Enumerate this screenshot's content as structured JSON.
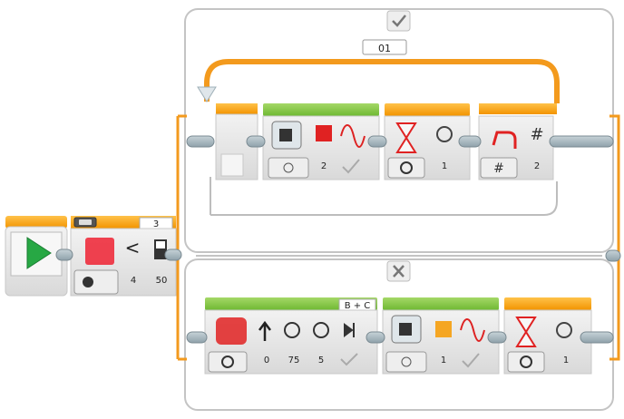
{
  "switch_block": {
    "port": "3",
    "comparison": "<",
    "threshold": "50",
    "mode_value": "4",
    "true_tab_icon": "check-icon",
    "false_tab_icon": "x-icon"
  },
  "loop": {
    "name": "01"
  },
  "true_case": {
    "brick_light": {
      "color_value": "2"
    },
    "wait_timer": {
      "seconds": "1"
    },
    "loop_interrupt": {
      "value": "2"
    }
  },
  "false_case": {
    "move_steering": {
      "ports": "B + C",
      "steering": "0",
      "power": "75",
      "rotations": "5"
    },
    "brick_light": {
      "color_value": "1"
    },
    "wait_timer": {
      "seconds": "1"
    }
  },
  "colors": {
    "flow": "#f39a1d",
    "action_green": "#7ac142",
    "play_green": "#27a844",
    "frame_border": "#bdbdbd",
    "block_body": "#e2e2e2"
  }
}
